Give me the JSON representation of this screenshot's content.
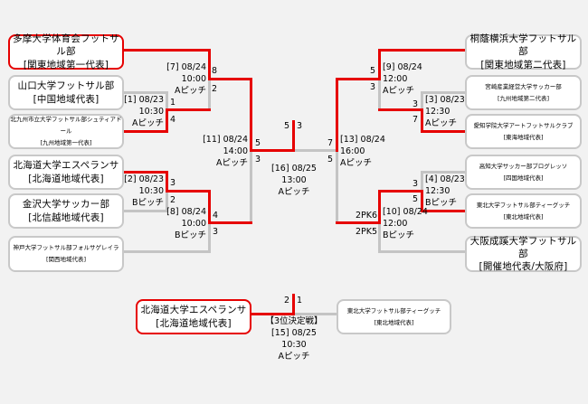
{
  "title": "Futsal tournament bracket",
  "colors": {
    "winner_line": "#e60000",
    "loser_line": "#c4c4c4",
    "background": "#f2f2f2"
  },
  "teams_left": [
    {
      "name": "多摩大学体育会フットサル部",
      "region": "[関東地域第一代表]",
      "advanced": true
    },
    {
      "name": "山口大学フットサル部",
      "region": "[中国地域代表]",
      "advanced": false
    },
    {
      "name": "北九州市立大学フットサル部シュティアドール",
      "region": "[九州地域第一代表]",
      "advanced": true
    },
    {
      "name": "北海道大学エスペランサ",
      "region": "[北海道地域代表]",
      "advanced": true
    },
    {
      "name": "金沢大学サッカー部",
      "region": "[北信越地域代表]",
      "advanced": false
    },
    {
      "name": "神戸大学フットサル部フォルサゲレイラ",
      "region": "[関西地域代表]",
      "advanced": false
    }
  ],
  "teams_right": [
    {
      "name": "桐蔭横浜大学フットサル部",
      "region": "[関東地域第二代表]",
      "advanced": true
    },
    {
      "name": "宮崎産業経営大学サッカー部",
      "region": "[九州地域第二代表]",
      "advanced": false
    },
    {
      "name": "愛知学院大学アートフットサルクラブ",
      "region": "[東海地域代表]",
      "advanced": true
    },
    {
      "name": "高知大学サッカー部ブログレッソ",
      "region": "[四国地域代表]",
      "advanced": false
    },
    {
      "name": "東北大学フットサル部ティーグッチ",
      "region": "[東北地域代表]",
      "advanced": true
    },
    {
      "name": "大阪成蹊大学フットサル部",
      "region": "[開催地代表/大阪府]",
      "advanced": false
    }
  ],
  "matches": {
    "m1": {
      "no": "[1] 08/23",
      "time": "10:30",
      "pitch": "Aピッチ",
      "score_top": "1",
      "score_bottom": "4"
    },
    "m2": {
      "no": "[2] 08/23",
      "time": "10:30",
      "pitch": "Bピッチ",
      "score_top": "3",
      "score_bottom": "2"
    },
    "m3": {
      "no": "[3] 08/23",
      "time": "12:30",
      "pitch": "Aピッチ",
      "score_top": "3",
      "score_bottom": "7"
    },
    "m4": {
      "no": "[4] 08/23",
      "time": "12:30",
      "pitch": "Bピッチ",
      "score_top": "3",
      "score_bottom": "5"
    },
    "m7": {
      "no": "[7] 08/24",
      "time": "10:00",
      "pitch": "Aピッチ",
      "score_top": "8",
      "score_bottom": "2"
    },
    "m8": {
      "no": "[8] 08/24",
      "time": "10:00",
      "pitch": "Bピッチ",
      "score_top": "4",
      "score_bottom": "3"
    },
    "m9": {
      "no": "[9] 08/24",
      "time": "12:00",
      "pitch": "Aピッチ",
      "score_top": "5",
      "score_bottom": "3"
    },
    "m10": {
      "no": "[10] 08/24",
      "time": "12:00",
      "pitch": "Bピッチ",
      "score_top": "2PK6",
      "score_bottom": "2PK5"
    },
    "m11": {
      "no": "[11] 08/24",
      "time": "14:00",
      "pitch": "Aピッチ",
      "score_top": "5",
      "score_bottom": "3"
    },
    "m13": {
      "no": "[13] 08/24",
      "time": "16:00",
      "pitch": "Aピッチ",
      "score_top": "7",
      "score_bottom": "5"
    },
    "m16": {
      "no": "[16] 08/25",
      "time": "13:00",
      "pitch": "Aピッチ",
      "score_left": "5",
      "score_right": "3"
    },
    "m15": {
      "label": "【3位決定戦】",
      "no": "[15] 08/25",
      "time": "10:30",
      "pitch": "Aピッチ",
      "score_left": "2",
      "score_right": "1"
    }
  },
  "third_place": {
    "left": {
      "name": "北海道大学エスペランサ",
      "region": "[北海道地域代表]",
      "winner": true
    },
    "right": {
      "name": "東北大学フットサル部ティーグッチ",
      "region": "[東北地域代表]",
      "winner": false
    }
  }
}
